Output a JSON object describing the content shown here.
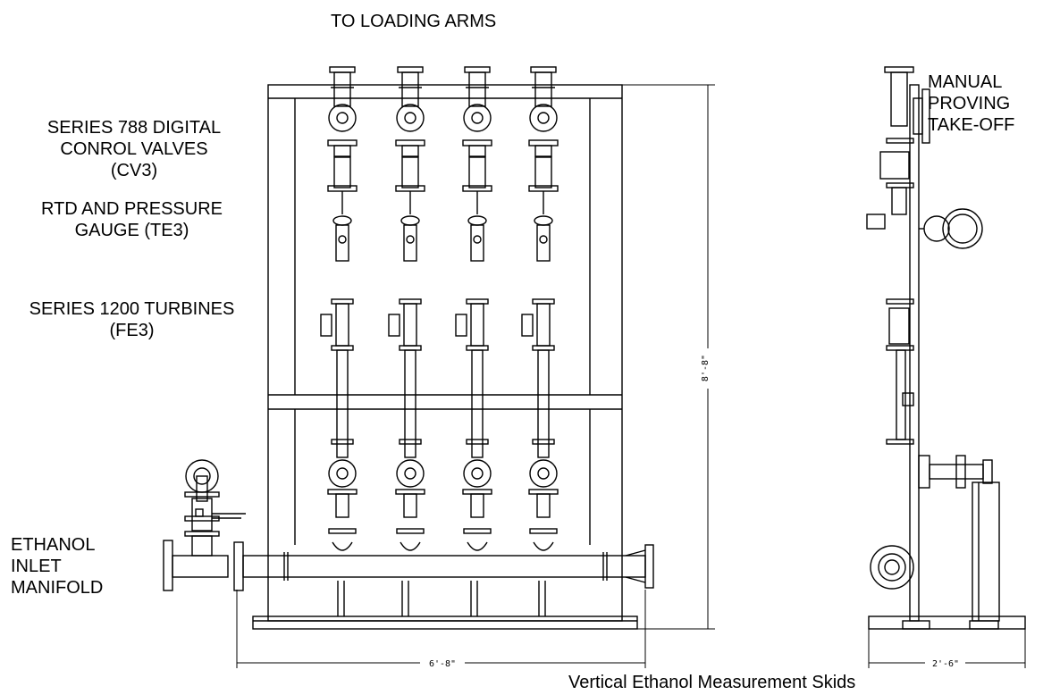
{
  "labels": {
    "top": "TO LOADING ARMS",
    "valves": [
      "SERIES 788 DIGITAL",
      "CONROL VALVES",
      "(CV3)"
    ],
    "rtd": [
      "RTD AND PRESSURE",
      "GAUGE (TE3)"
    ],
    "turbines": [
      "SERIES 1200 TURBINES",
      "(FE3)"
    ],
    "manifold": [
      "ETHANOL",
      "INLET",
      "MANIFOLD"
    ],
    "proving": [
      "MANUAL",
      "PROVING",
      "TAKE-OFF"
    ],
    "caption": "Vertical  Ethanol Measurement Skids"
  },
  "dimensions": {
    "height": "8'-8\"",
    "width_front": "6'-8\"",
    "width_side": "2'-6\""
  }
}
